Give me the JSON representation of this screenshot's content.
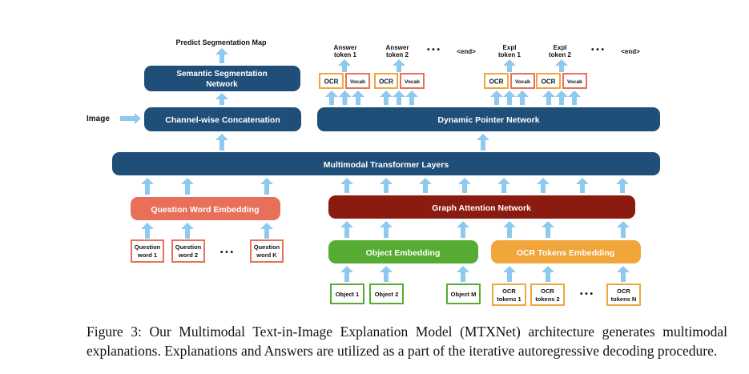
{
  "diagram": {
    "output_label": "Predict Segmentation Map",
    "semantic_seg": [
      "Semantic Segmentation",
      "Network"
    ],
    "image_label": "Image",
    "channel_concat": "Channel-wise Concatenation",
    "dynamic_pointer": "Dynamic Pointer Network",
    "transformer": "Multimodal Transformer Layers",
    "question_embedding": "Question Word Embedding",
    "graph_attention": "Graph Attention Network",
    "object_embedding": "Object Embedding",
    "ocr_embedding": "OCR Tokens Embedding",
    "answer_tokens": [
      [
        "Answer",
        "token 1"
      ],
      [
        "Answer",
        "token 2"
      ]
    ],
    "expl_tokens": [
      [
        "Expl",
        "token 1"
      ],
      [
        "Expl",
        "token 2"
      ]
    ],
    "end_token": "<end>",
    "ellipsis": "• • •",
    "ocr_box": "OCR",
    "vocab_box": "Vocab",
    "question_words": [
      [
        "Question",
        "word 1"
      ],
      [
        "Question",
        "word 2"
      ],
      [
        "Question",
        "word K"
      ]
    ],
    "objects": [
      "Object 1",
      "Object 2",
      "Object M"
    ],
    "ocr_tokens": [
      [
        "OCR",
        "tokens 1"
      ],
      [
        "OCR",
        "tokens 2"
      ],
      [
        "OCR",
        "tokens N"
      ]
    ],
    "colors": {
      "navy": "#1f4e79",
      "salmon": "#e8705a",
      "maroon": "#8b1a10",
      "green": "#56ab33",
      "orange": "#f0a63a",
      "arrow": "#8ec9ee"
    }
  },
  "caption": "Figure 3: Our Multimodal Text-in-Image Explanation Model (MTXNet) architecture generates multimodal explanations. Explanations and Answers are utilized as a part of the iterative autoregressive decoding procedure."
}
